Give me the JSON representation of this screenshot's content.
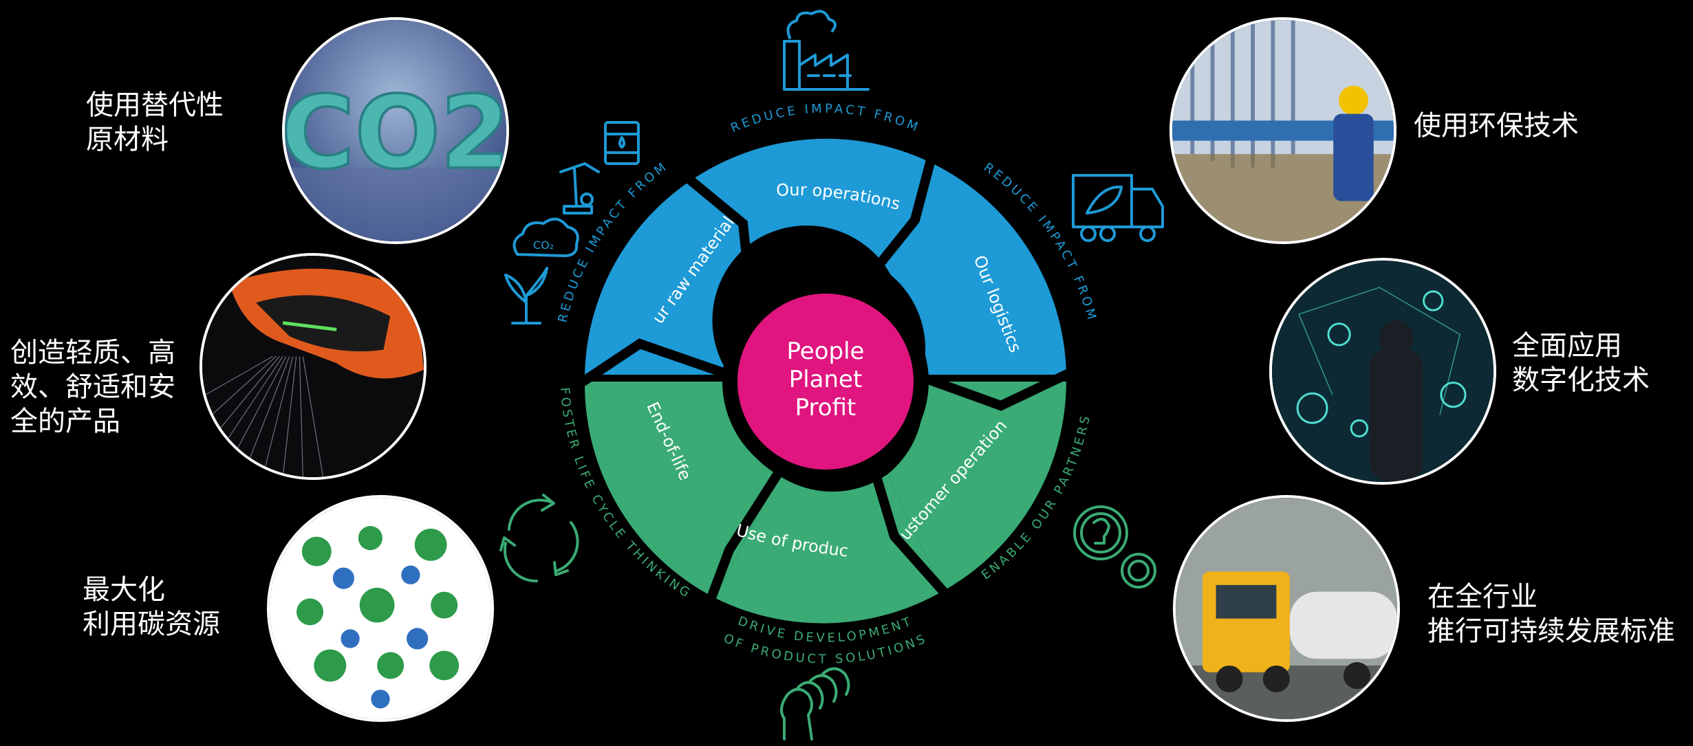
{
  "labels": {
    "left_top": [
      "使用替代性",
      "原材料"
    ],
    "left_mid": [
      "创造轻质、高",
      "效、舒适和安",
      "全的产品"
    ],
    "left_bottom": [
      "最大化",
      "利用碳资源"
    ],
    "right_top": [
      "使用环保技术"
    ],
    "right_mid": [
      "全面应用",
      "数字化技术"
    ],
    "right_bottom": [
      "在全行业",
      "推行可持续发展标准"
    ]
  },
  "wheel": {
    "center_lines": [
      "People",
      "Planet",
      "Profit"
    ],
    "segments": {
      "raw_materials": "Our raw materials",
      "operations": "Our operations",
      "logistics": "Our logistics",
      "customer_operations": "Customer operations",
      "use_of_product": "Use of product",
      "end_of_life": "End-of-life"
    },
    "arc_labels": {
      "top": "REDUCE IMPACT FROM",
      "upper_left": "REDUCE IMPACT FROM",
      "upper_right": "REDUCE IMPACT FROM",
      "right": "ENABLE OUR PARTNERS",
      "left": "FOSTER LIFE CYCLE THINKING",
      "bottom_line1": "DRIVE DEVELOPMENT",
      "bottom_line2": "OF PRODUCT SOLUTIONS"
    },
    "co2_icon_text": "CO₂"
  },
  "photos": {
    "co2_photo_text": "CO2"
  },
  "colors": {
    "blue": "#1e9ad6",
    "green": "#3aab74",
    "magenta": "#e0157f",
    "background": "#000000",
    "icon_blue": "#1e9ad6",
    "icon_green": "#3aab74"
  }
}
